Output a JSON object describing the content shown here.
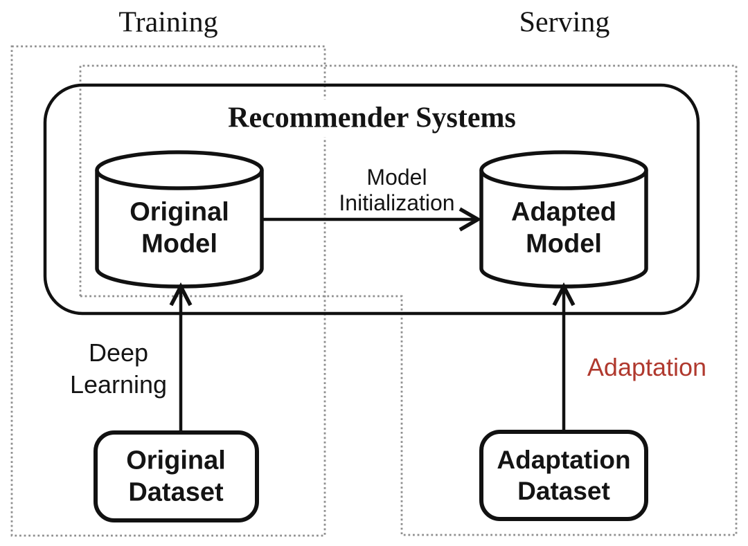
{
  "diagram": {
    "regions": {
      "training": "Training",
      "serving": "Serving"
    },
    "system_box": {
      "title": "Recommender Systems"
    },
    "nodes": {
      "original_model": "Original\nModel",
      "adapted_model": "Adapted\nModel",
      "original_dataset": "Original\nDataset",
      "adaptation_dataset": "Adaptation\nDataset"
    },
    "edges": {
      "model_initialization": "Model\nInitialization",
      "deep_learning": "Deep\nLearning",
      "adaptation": "Adaptation"
    },
    "colors": {
      "line": "#111111",
      "dotted_border": "#8f8f8f",
      "adaptation_label": "#B0392E"
    }
  }
}
